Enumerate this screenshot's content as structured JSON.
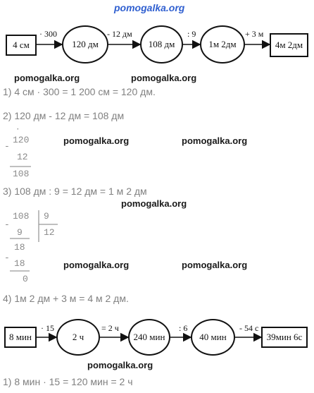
{
  "header": {
    "site": "pomogalka.org"
  },
  "watermark": "pomogalka.org",
  "diagram1": {
    "start": "4 см",
    "ops": [
      "· 300",
      "- 12 дм",
      ": 9",
      "+ 3 м"
    ],
    "nodes": [
      "120 дм",
      "108 дм",
      "1м 2дм"
    ],
    "end": "4м 2дм"
  },
  "steps1": {
    "s1": "1) 4 см · 300 = 1 200 см = 120 дм.",
    "s2": "2) 120 дм - 12 дм = 108 дм",
    "s3": "3)  108 дм : 9 = 12 дм = 1 м 2 дм",
    "s4": "4) 1м 2 дм + 3 м = 4 м 2 дм."
  },
  "column_sub": {
    "minus": "-",
    "dot": "·",
    "a": "120",
    "b": "12",
    "r": "108"
  },
  "column_div": {
    "minus": "-",
    "dividend": "108",
    "divisor": "9",
    "quotient": "12",
    "p1": "9",
    "p2": "18",
    "p3": "18",
    "rem": "0"
  },
  "diagram2": {
    "start": "8 мин",
    "ops": [
      "· 15",
      "= 2 ч",
      ": 6",
      "- 54 с"
    ],
    "nodes": [
      "2 ч",
      "240 мин",
      "40 мин"
    ],
    "end": "39мин 6с"
  },
  "steps2": {
    "s1": "1) 8 мин · 15 = 120 мин = 2 ч"
  }
}
